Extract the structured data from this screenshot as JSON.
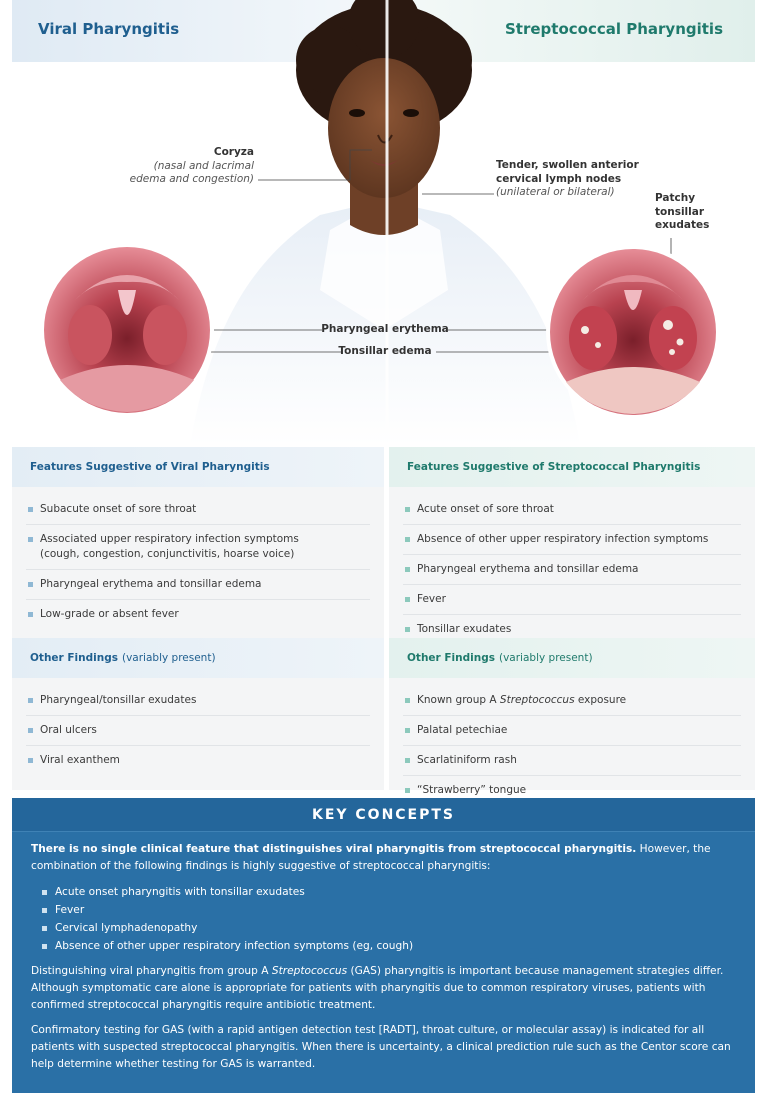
{
  "header": {
    "left_title": "Viral Pharyngitis",
    "right_title": "Streptococcal Pharyngitis"
  },
  "annotations": {
    "coryza_title": "Coryza",
    "coryza_sub1": "(nasal and lacrimal",
    "coryza_sub2": "edema and congestion)",
    "lymph_title1": "Tender, swollen anterior",
    "lymph_title2": "cervical lymph nodes",
    "lymph_sub": "(unilateral or bilateral)",
    "patchy1": "Patchy",
    "patchy2": "tonsillar",
    "patchy3": "exudates",
    "erythema": "Pharyngeal erythema",
    "edema": "Tonsillar edema"
  },
  "viral_features": {
    "heading": "Features Suggestive of Viral Pharyngitis",
    "items": [
      "Subacute onset of sore throat",
      "Associated upper respiratory infection symptoms",
      "(cough, congestion, conjunctivitis, hoarse voice)",
      "Pharyngeal erythema and tonsillar edema",
      "Low-grade or absent fever"
    ]
  },
  "strep_features": {
    "heading": "Features Suggestive of Streptococcal Pharyngitis",
    "items": [
      "Acute onset of sore throat",
      "Absence of other upper respiratory infection symptoms",
      "Pharyngeal erythema and tonsillar edema",
      "Fever",
      "Tonsillar exudates"
    ]
  },
  "viral_other": {
    "heading": "Other Findings",
    "qualifier": "(variably present)",
    "items": [
      "Pharyngeal/tonsillar exudates",
      "Oral ulcers",
      "Viral exanthem"
    ]
  },
  "strep_other": {
    "heading": "Other Findings",
    "qualifier": "(variably present)",
    "items": {
      "exposure_pre": "Known group A ",
      "exposure_it": "Streptococcus",
      "exposure_post": " exposure",
      "petechiae": "Palatal petechiae",
      "rash": "Scarlatiniform rash",
      "tongue": "“Strawberry” tongue"
    }
  },
  "key_concepts": {
    "title": "KEY CONCEPTS",
    "p1_bold": "There is no single clinical feature that distinguishes viral pharyngitis from streptococcal pharyngitis.",
    "p1_rest": " However, the combination of the following findings is highly suggestive of streptococcal pharyngitis:",
    "bullets": [
      "Acute onset pharyngitis with tonsillar exudates",
      "Fever",
      "Cervical lymphadenopathy",
      "Absence of other upper respiratory infection symptoms (eg, cough)"
    ],
    "p2_pre": "Distinguishing viral pharyngitis from group A ",
    "p2_it": "Streptococcus",
    "p2_post": " (GAS) pharyngitis is important because management strategies differ. Although symptomatic care alone is appropriate for patients with pharyngitis due to common respiratory viruses, patients with confirmed streptococcal pharyngitis require antibiotic treatment.",
    "p3": "Confirmatory testing for GAS (with a rapid antigen detection test [RADT], throat culture, or molecular assay) is indicated for all patients with suspected streptococcal pharyngitis. When there is uncertainty, a clinical prediction rule such as the Centor score can help determine whether testing for GAS is warranted."
  },
  "colors": {
    "viral_accent": "#1f5f8f",
    "strep_accent": "#1f7a6c",
    "key_concepts_bg": "#2a70a6"
  }
}
